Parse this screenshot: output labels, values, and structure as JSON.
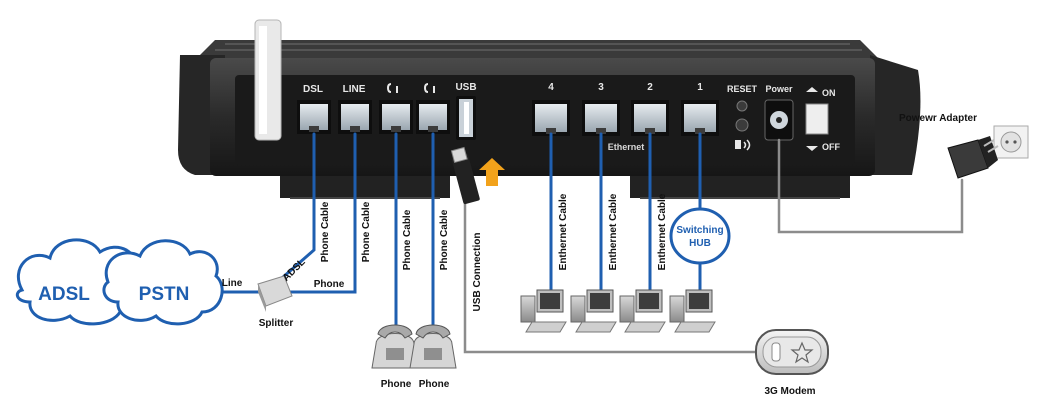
{
  "colors": {
    "router_body": "#2b2b2b",
    "router_panel": "#1a1a1a",
    "port_fill": "#cfd6dc",
    "cable_blue": "#1f5fb0",
    "cloud_stroke": "#1f5fb0",
    "gray_cable": "#8c8c8c",
    "usb_arrow": "#f2a21b"
  },
  "router": {
    "ports": {
      "dsl": "DSL",
      "line": "LINE",
      "usb": "USB",
      "lan4": "4",
      "lan3": "3",
      "lan2": "2",
      "lan1": "1",
      "ethernet": "Ethernet",
      "reset": "RESET",
      "power": "Power",
      "on": "ON",
      "off": "OFF"
    }
  },
  "clouds": {
    "adsl": "ADSL",
    "pstn": "PSTN"
  },
  "labels": {
    "line": "Line",
    "adsl_cable": "ADSL",
    "phone": "Phone",
    "splitter": "Splitter",
    "phone_cable_1": "Phone Cable",
    "phone_cable_2": "Phone Cable",
    "phone_cable_3": "Phone Cable",
    "phone_cable_4": "Phone Cable",
    "usb_connection": "USB Connection",
    "ethernet_cable_1": "Enthernet Cable",
    "ethernet_cable_2": "Enthernet Cable",
    "ethernet_cable_3": "Enthernet Cable",
    "switching_hub_line1": "Switching",
    "switching_hub_line2": "HUB",
    "phone_1": "Phone",
    "phone_2": "Phone",
    "modem_3g": "3G Modem",
    "power_adapter": "Powewr Adapter"
  }
}
